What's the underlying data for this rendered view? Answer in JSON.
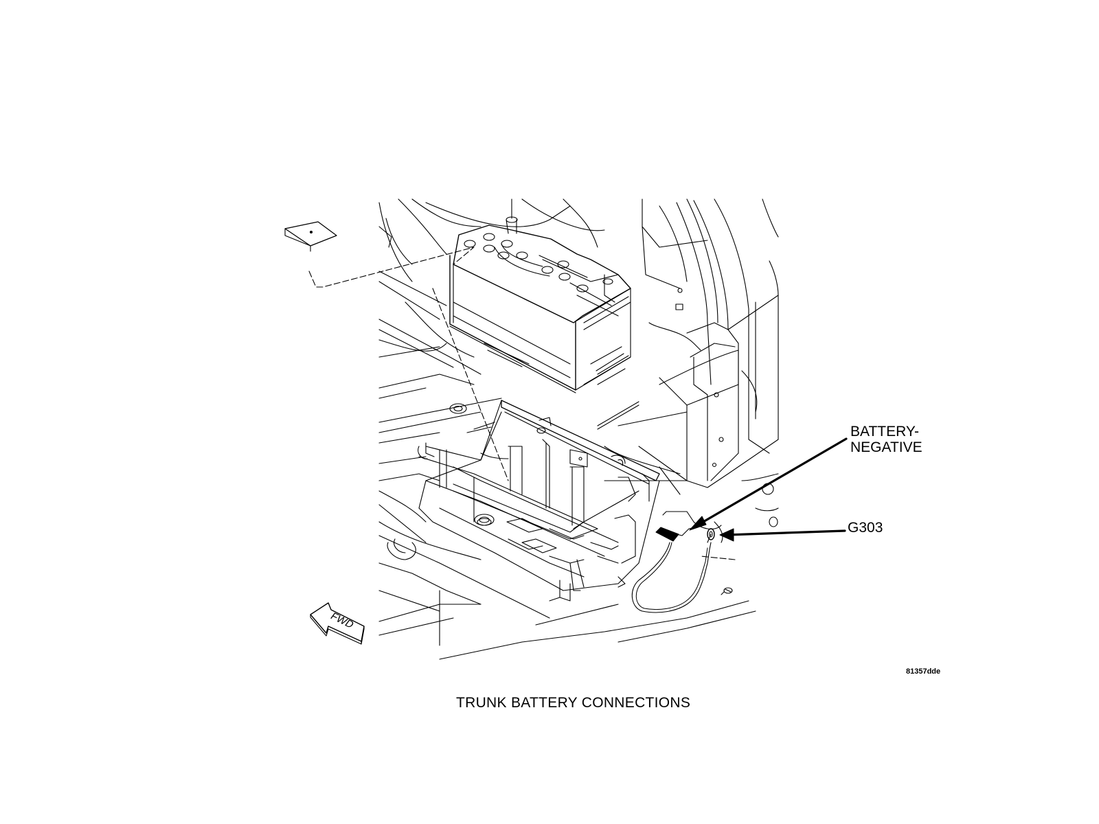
{
  "callouts": {
    "battery_negative_line1": "BATTERY-",
    "battery_negative_line2": "NEGATIVE",
    "ground_point": "G303"
  },
  "figure_id": "81357dde",
  "caption": "TRUNK BATTERY CONNECTIONS",
  "direction_arrow_label": "FWD",
  "colors": {
    "line": "#000000",
    "background": "#ffffff"
  }
}
